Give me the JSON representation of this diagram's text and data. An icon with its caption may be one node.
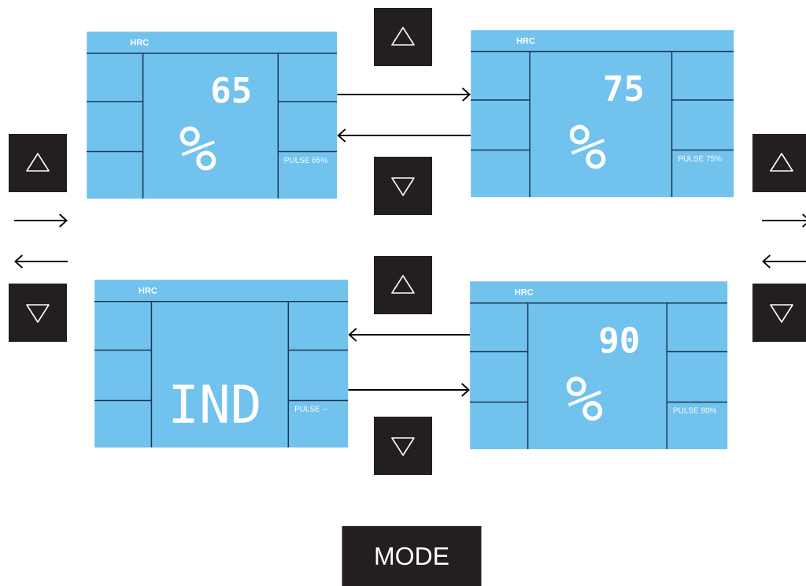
{
  "diagram": {
    "nodes": [
      {
        "text": [
          "HRC",
          "65",
          "%",
          "PULSE 65%"
        ]
      },
      {
        "text": [],
        "shape": "box"
      },
      {
        "text": [
          "HRC",
          "75",
          "%",
          "PULSE 75%"
        ]
      },
      {
        "text": [],
        "shape": "box"
      },
      {
        "text": [],
        "shape": "box"
      },
      {
        "text": [],
        "shape": "box"
      },
      {
        "text": [],
        "shape": "box"
      },
      {
        "text": [],
        "shape": "box"
      },
      {
        "text": [
          "HRC",
          "IND",
          "PULSE --"
        ]
      },
      {
        "text": [],
        "shape": "box"
      },
      {
        "text": [
          "HRC",
          "90",
          "%",
          "PULSE 90%"
        ]
      },
      {
        "text": [],
        "shape": "box"
      },
      {
        "text": [
          "MODE"
        ]
      }
    ],
    "edges": [
      {
        "from": 0,
        "to": 2,
        "arrow": "to"
      },
      {
        "from": 2,
        "to": 0,
        "arrow": "to"
      },
      {
        "from": 10,
        "to": 8,
        "arrow": "to"
      },
      {
        "from": 8,
        "to": 10,
        "arrow": "to"
      }
    ]
  }
}
